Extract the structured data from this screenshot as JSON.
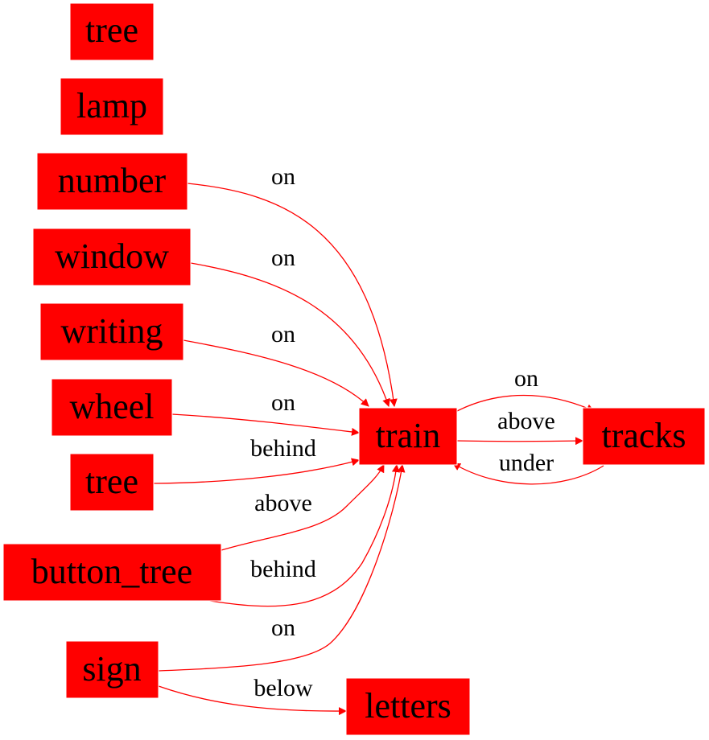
{
  "colors": {
    "node_fill": "#ff0000",
    "edge_stroke": "#ff0000",
    "text": "#000000",
    "background": "#ffffff"
  },
  "nodes": {
    "tree_top": "tree",
    "lamp": "lamp",
    "number": "number",
    "window": "window",
    "writing": "writing",
    "wheel": "wheel",
    "tree_mid": "tree",
    "button_tree": "button_tree",
    "sign": "sign",
    "train": "train",
    "tracks": "tracks",
    "letters": "letters"
  },
  "edges": [
    {
      "from": "number",
      "to": "train",
      "label": "on"
    },
    {
      "from": "window",
      "to": "train",
      "label": "on"
    },
    {
      "from": "writing",
      "to": "train",
      "label": "on"
    },
    {
      "from": "wheel",
      "to": "train",
      "label": "on"
    },
    {
      "from": "tree",
      "to": "train",
      "label": "behind"
    },
    {
      "from": "button_tree",
      "to": "train",
      "label": "above"
    },
    {
      "from": "button_tree",
      "to": "train",
      "label": "behind"
    },
    {
      "from": "sign",
      "to": "train",
      "label": "on"
    },
    {
      "from": "sign",
      "to": "letters",
      "label": "below"
    },
    {
      "from": "train",
      "to": "tracks",
      "label": "on"
    },
    {
      "from": "train",
      "to": "tracks",
      "label": "above"
    },
    {
      "from": "tracks",
      "to": "train",
      "label": "under"
    }
  ]
}
